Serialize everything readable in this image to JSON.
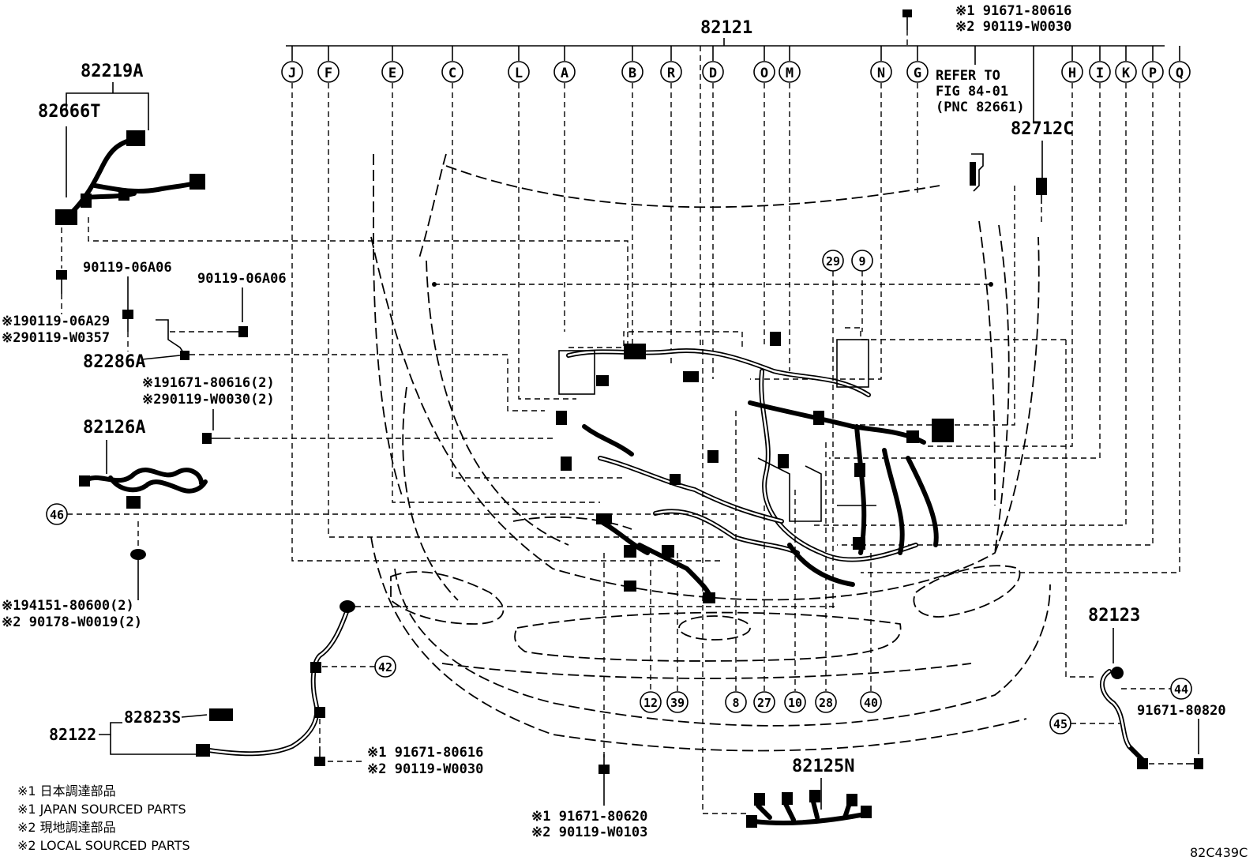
{
  "diagram_id": "82C439C",
  "main_part": "82121",
  "top_bolt": {
    "line1": "※1 91671-80616",
    "line2": "※2 90119-W0030"
  },
  "letters": [
    "J",
    "F",
    "E",
    "C",
    "L",
    "A",
    "B",
    "R",
    "D",
    "O",
    "M",
    "N",
    "G",
    "H",
    "I",
    "K",
    "P",
    "Q"
  ],
  "refer_note": {
    "line1": "REFER TO",
    "line2": "FIG 84-01",
    "line3": "(PNC 82661)"
  },
  "parts": {
    "p82219A": "82219A",
    "p82666T": "82666T",
    "p90119_06A06_a": "90119-06A06",
    "p90119_06A06_b": "90119-06A06",
    "bolt_left_1": "※190119-06A29",
    "bolt_left_2": "※290119-W0357",
    "p82286A": "82286A",
    "bolt_mid_1": "※191671-80616(2)",
    "bolt_mid_2": "※290119-W0030(2)",
    "p82126A": "82126A",
    "clip_1": "※194151-80600(2)",
    "clip_2": "※2 90178-W0019(2)",
    "p82712C": "82712C",
    "p82123": "82123",
    "p91671_80820": "91671-80820",
    "p82122": "82122",
    "p82823S": "82823S",
    "bolt_bottom_1": "※1 91671-80616",
    "bolt_bottom_2": "※2 90119-W0030",
    "bolt_center_1": "※1 91671-80620",
    "bolt_center_2": "※2 90119-W0103",
    "p82125N": "82125N"
  },
  "callouts": [
    "29",
    "9",
    "46",
    "42",
    "44",
    "45",
    "12",
    "39",
    "8",
    "27",
    "10",
    "28",
    "40"
  ],
  "legend": [
    "※1 日本調達部品",
    "※1 JAPAN SOURCED PARTS",
    "※2 現地調達部品",
    "※2 LOCAL SOURCED PARTS"
  ]
}
